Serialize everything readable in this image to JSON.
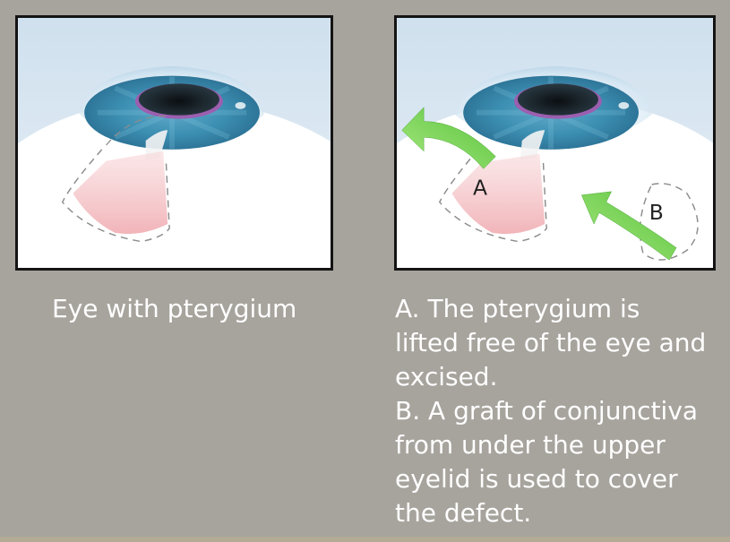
{
  "panels": [
    {
      "caption": "Eye with pterygium"
    },
    {
      "markers": {
        "a": "A",
        "b": "B"
      }
    }
  ],
  "captions": {
    "right_lines": [
      "A. The pterygium is",
      "lifted free of the eye and",
      "excised.",
      "B. A graft of conjunctiva",
      "from under the upper",
      "eyelid is used to cover",
      "the defect."
    ]
  },
  "colors": {
    "background": "#a7a39d",
    "frame": "#141414",
    "caption_text": "#ffffff",
    "arrow": "#7fd45a",
    "iris": "#3c8fb2",
    "pterygium": "#f4c4c7"
  }
}
